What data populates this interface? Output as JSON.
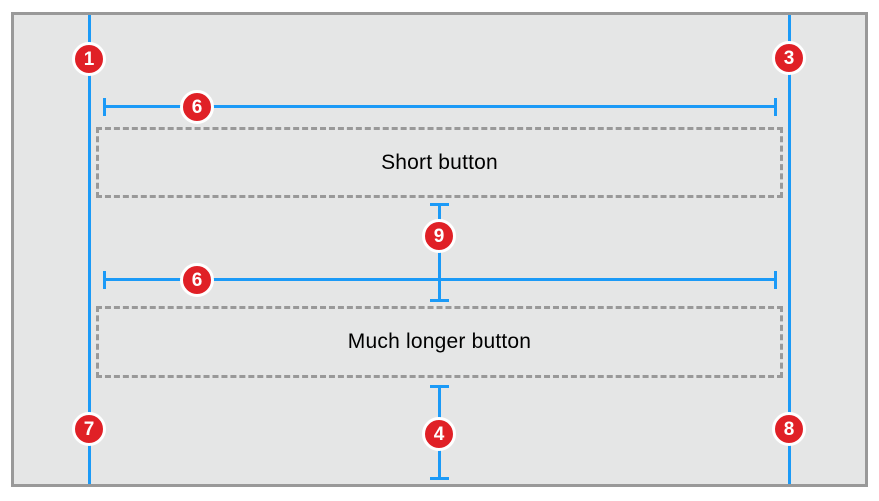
{
  "diagram": {
    "buttons": [
      {
        "label": "Short button"
      },
      {
        "label": "Much longer button"
      }
    ],
    "badges": [
      {
        "name": "leading-margin-top",
        "value": "1"
      },
      {
        "name": "trailing-margin-top",
        "value": "3"
      },
      {
        "name": "width-constraint-top",
        "value": "6"
      },
      {
        "name": "vertical-spacing",
        "value": "9"
      },
      {
        "name": "width-constraint-bottom",
        "value": "6"
      },
      {
        "name": "bottom-spacing",
        "value": "4"
      },
      {
        "name": "leading-margin-bottom",
        "value": "7"
      },
      {
        "name": "trailing-margin-bottom",
        "value": "8"
      }
    ],
    "colors": {
      "guide_blue": "#1b9af7",
      "badge_red": "#e02026",
      "outline_gray": "#999999",
      "canvas_gray": "#e5e6e6"
    }
  }
}
